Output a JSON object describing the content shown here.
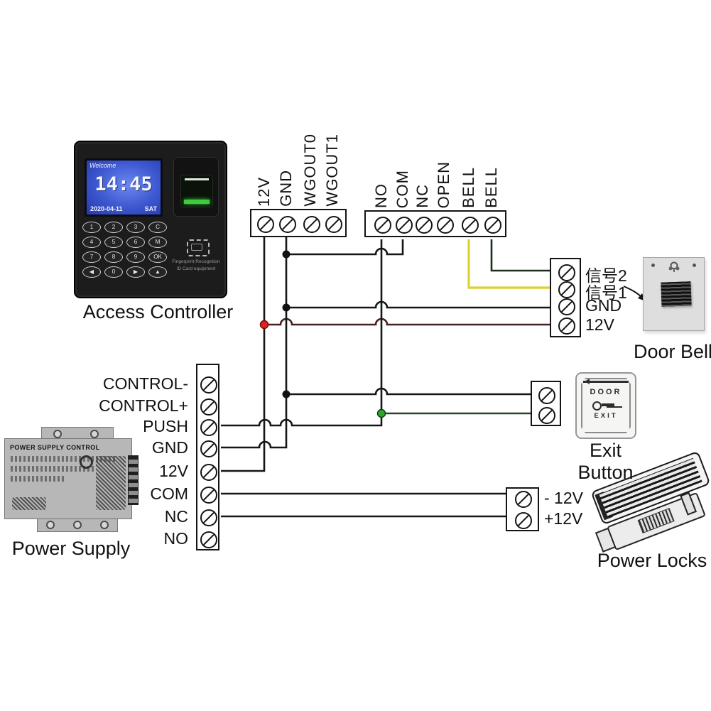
{
  "blocks": {
    "top_block_1": {
      "labels": [
        "12V",
        "GND",
        "WGOUT0",
        "WGOUT1"
      ]
    },
    "top_block_2": {
      "labels": [
        "NO",
        "COM",
        "NC",
        "OPEN",
        "BELL",
        "BELL"
      ]
    },
    "left_block": {
      "labels": [
        "CONTROL-",
        "CONTROL+",
        "PUSH",
        "GND",
        "12V",
        "COM",
        "NC",
        "NO"
      ]
    },
    "doorbell_block": {
      "labels": [
        "信号2",
        "信号1",
        "GND",
        "12V"
      ]
    },
    "powerlock_block": {
      "labels": [
        "- 12V",
        "+12V"
      ]
    }
  },
  "devices": {
    "access_controller": {
      "label": "Access Controller",
      "screen": {
        "welcome": "Welcome",
        "time": "14:45",
        "date": "2020-04-11",
        "day": "SAT"
      },
      "keypad": [
        "1",
        "2",
        "3",
        "C",
        "4",
        "5",
        "6",
        "M",
        "7",
        "8",
        "9",
        "OK",
        "◀",
        "0",
        "▶",
        "▲"
      ],
      "caption_line1": "Fingerprint Recognition",
      "caption_line2": "ID Card equipment"
    },
    "power_supply": {
      "label": "Power Supply",
      "title": "POWER SUPPLY CONTROL"
    },
    "door_bell": {
      "label": "Door Bell"
    },
    "exit_button": {
      "label": "Exit Button",
      "text_top": "DOOR",
      "text_bottom": "EXIT"
    },
    "power_locks": {
      "label": "Power Locks"
    }
  },
  "wire_colors": {
    "black": "#161616",
    "yellow": "#dcd22e",
    "dark_green": "#2c442c",
    "red_tinted": "#45201d",
    "junction_black": "#111111",
    "junction_red": "#e02222",
    "junction_green": "#2aa82a"
  }
}
